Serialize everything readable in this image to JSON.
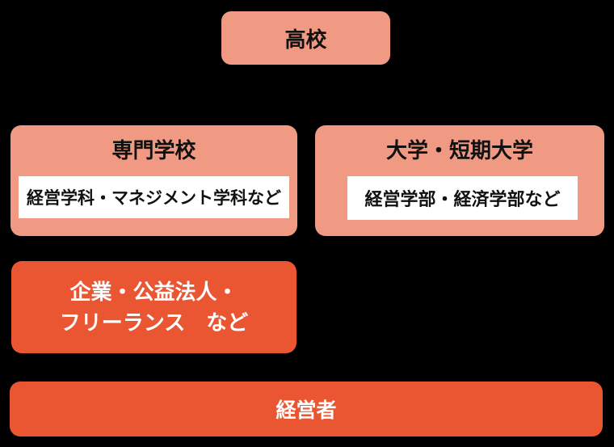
{
  "colors": {
    "background": "#000000",
    "box_salmon": "#F09A84",
    "box_orange": "#EA5532",
    "detail_background": "#FFFFFF",
    "text_dark": "#111111",
    "text_light": "#FFFFFF"
  },
  "diagram": {
    "highschool": {
      "label": "高校"
    },
    "vocational": {
      "title": "専門学校",
      "detail": "経営学科・マネジメント学科など"
    },
    "university": {
      "title": "大学・短期大学",
      "detail": "経営学部・経済学部など"
    },
    "employment": {
      "line1": "企業・公益法人・",
      "line2": "フリーランス　など"
    },
    "manager": {
      "label": "経営者"
    }
  }
}
